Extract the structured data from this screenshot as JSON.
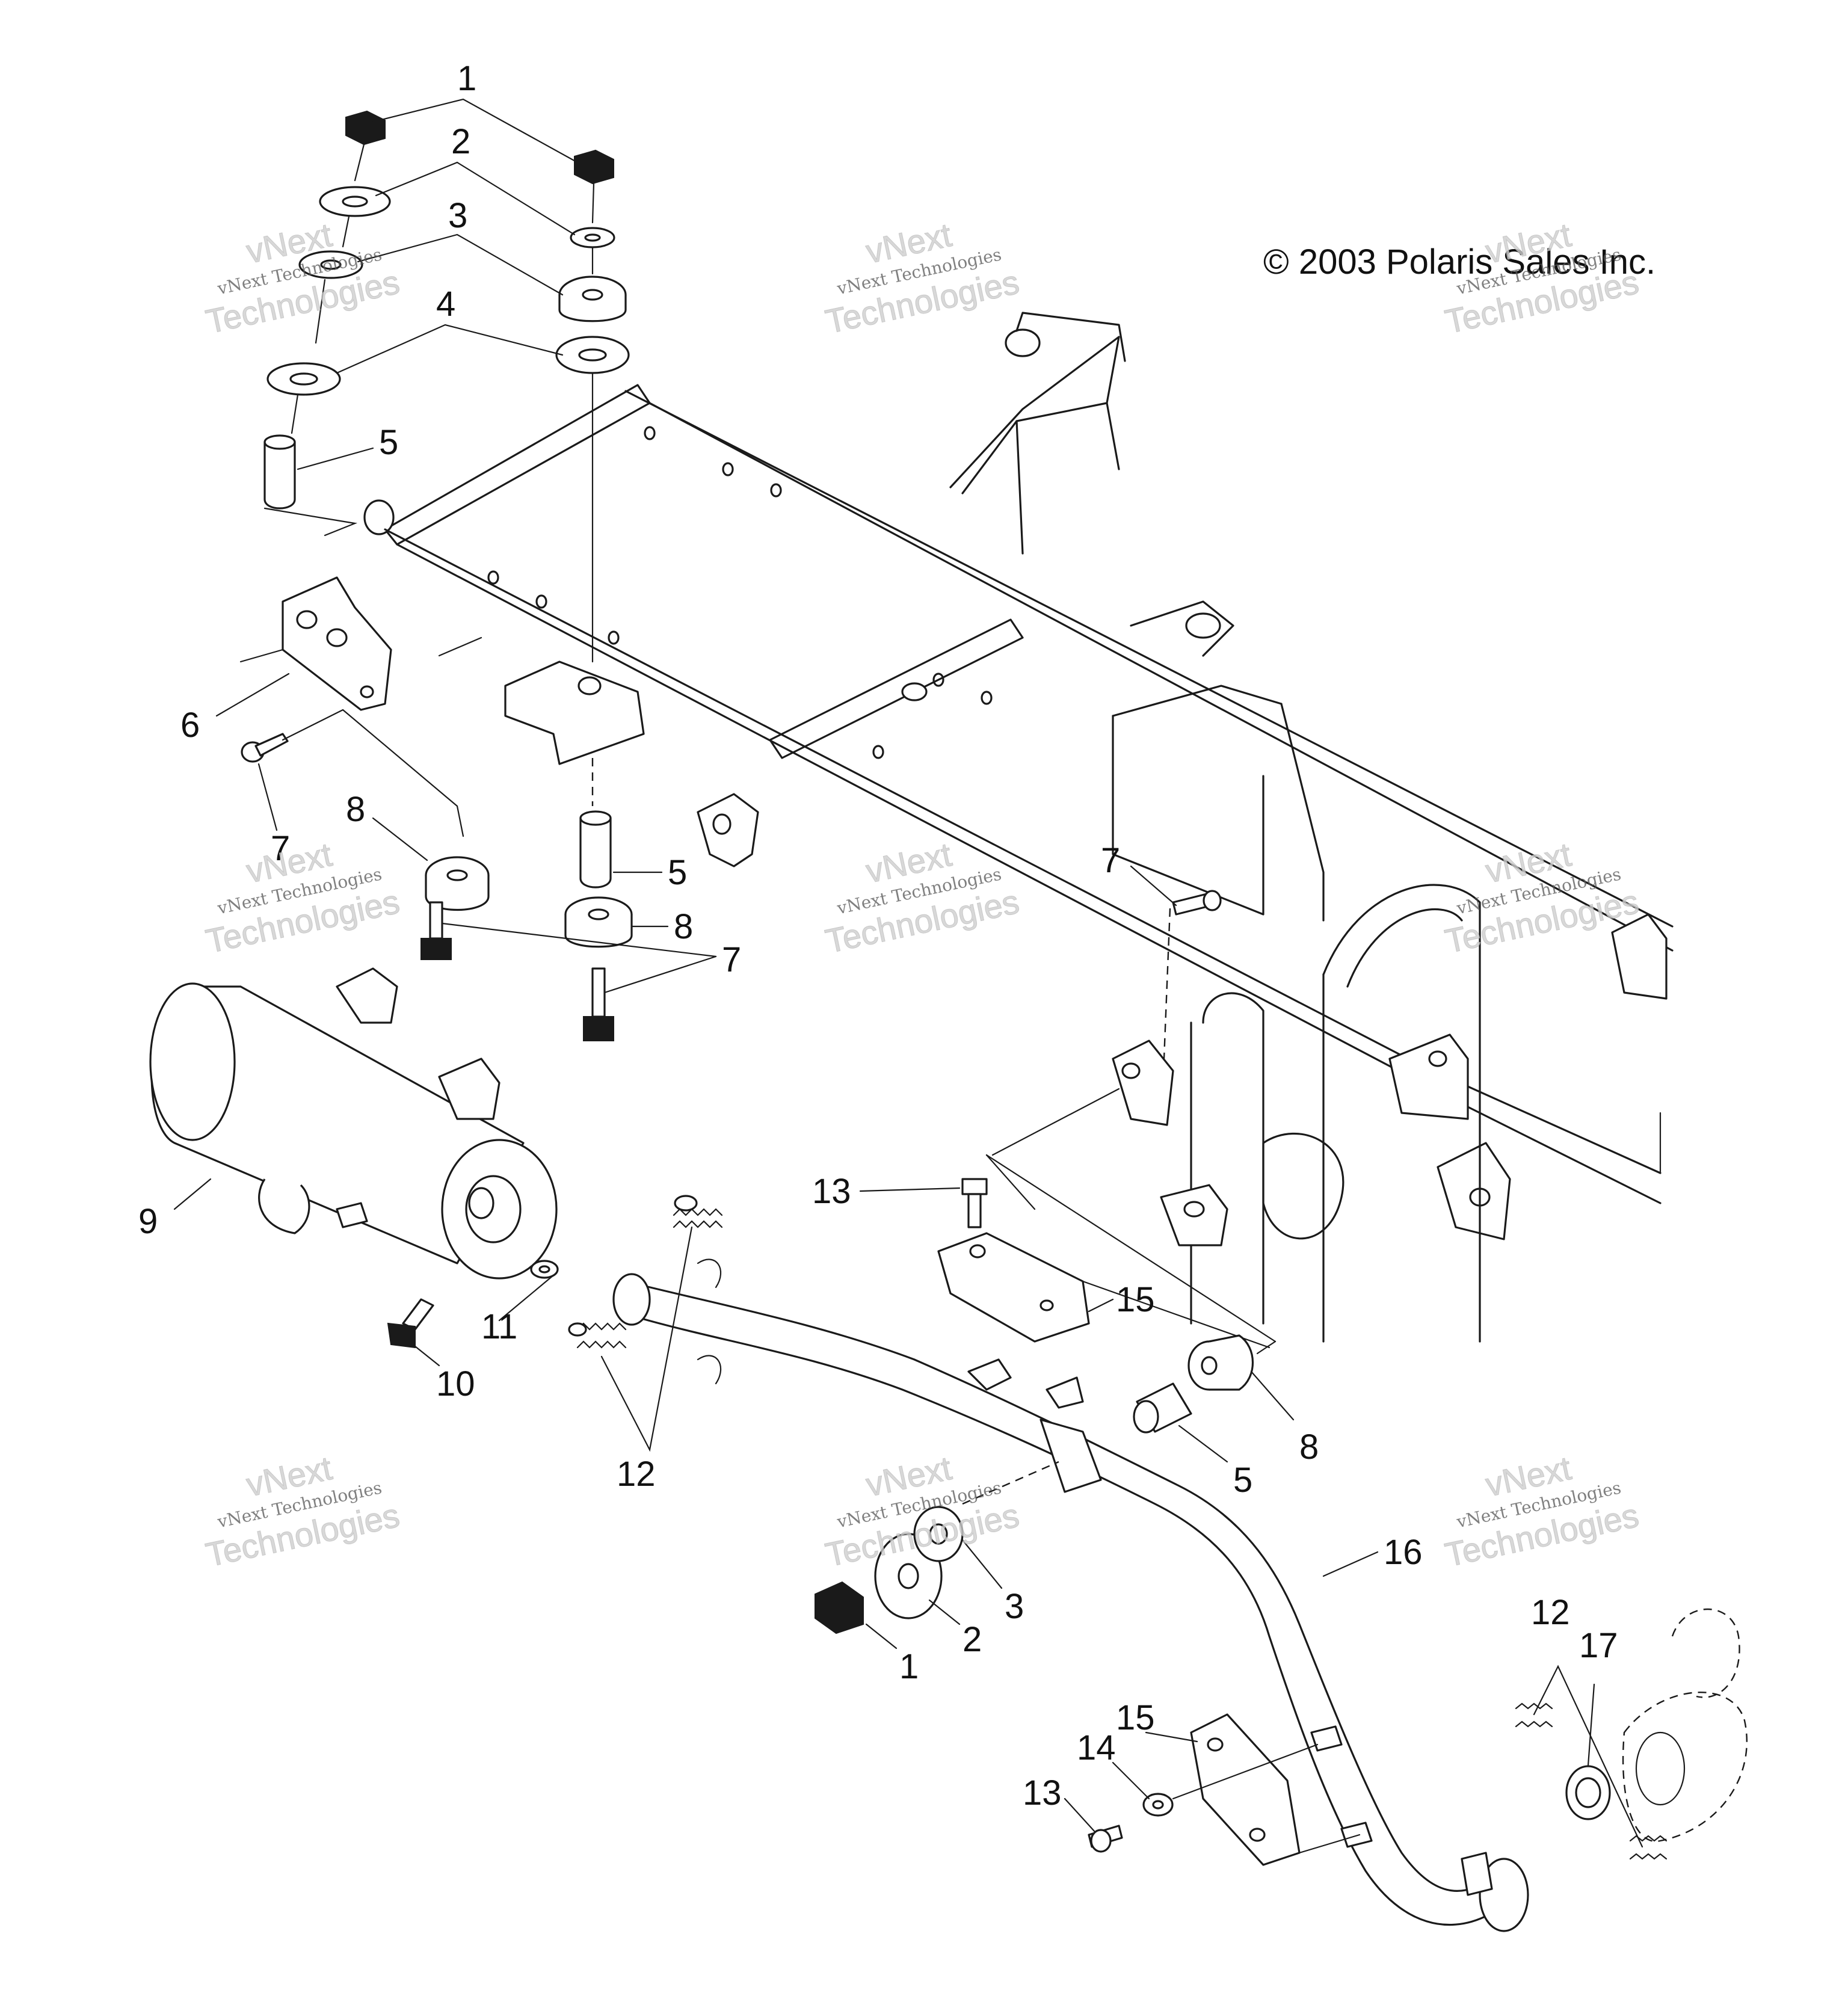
{
  "copyright": "© 2003 Polaris Sales Inc.",
  "watermark": {
    "line1": "vNext",
    "line2": "vNext Technologies",
    "line3": "Technologies"
  },
  "callouts": {
    "c1a": "1",
    "c2a": "2",
    "c3a": "3",
    "c4a": "4",
    "c5a": "5",
    "c6": "6",
    "c7a": "7",
    "c8a": "8",
    "c5b": "5",
    "c8b": "8",
    "c7b": "7",
    "c7c": "7",
    "c9": "9",
    "c11": "11",
    "c10": "10",
    "c12a": "12",
    "c13a": "13",
    "c15a": "15",
    "c8c": "8",
    "c5c": "5",
    "c16": "16",
    "c3b": "3",
    "c2b": "2",
    "c1b": "1",
    "c12b": "12",
    "c17": "17",
    "c15b": "15",
    "c14": "14",
    "c13b": "13"
  }
}
